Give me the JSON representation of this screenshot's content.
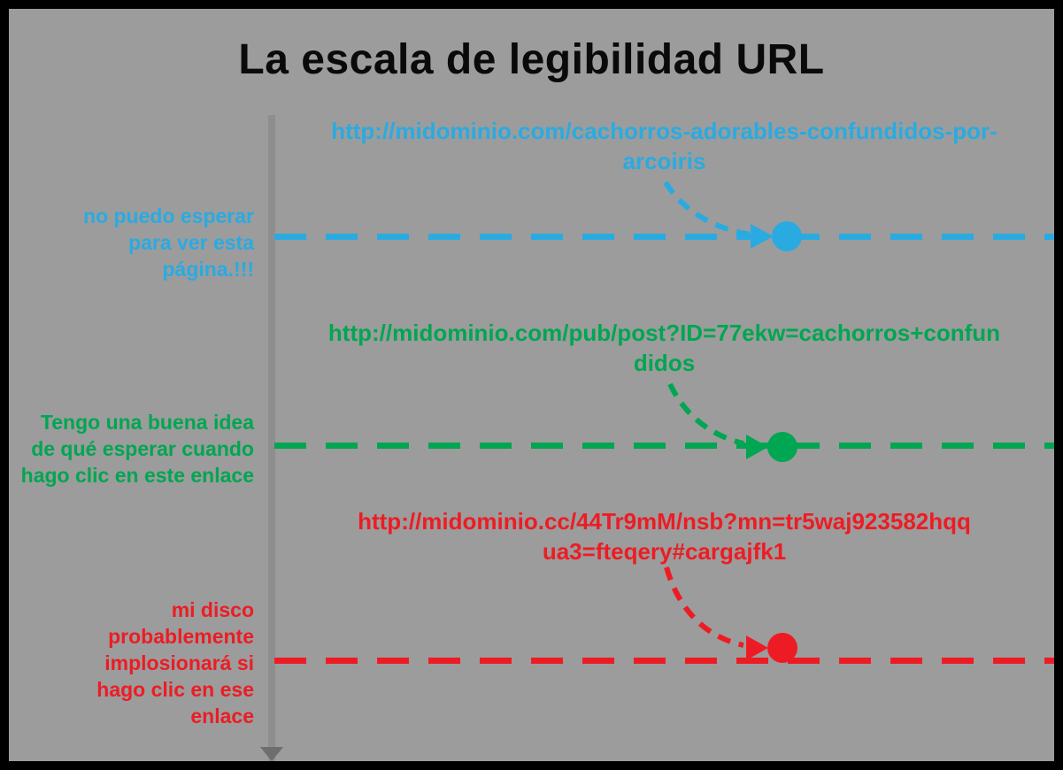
{
  "title": "La escala de legibilidad URL",
  "colors": {
    "background": "#9c9c9c",
    "frame_border": "#000000",
    "axis": "#8e8e8e",
    "blue": "#29abe2",
    "green": "#00a651",
    "red": "#ed1c24"
  },
  "sections": [
    {
      "name": "legible",
      "color": "#29abe2",
      "url": "http://midominio.com/cachorros-adorables-confundidos-por-arcoiris",
      "url_lines": [
        "http://midominio.com/cachorros-adorables-confundidos-por-",
        "arcoiris"
      ],
      "label": "no puedo esperar para ver esta página.!!!",
      "label_lines": [
        "no puedo esperar",
        "para ver esta",
        "página.!!!"
      ]
    },
    {
      "name": "medianamente-legible",
      "color": "#00a651",
      "url": "http://midominio.com/pub/post?ID=77ekw=cachorros+confundidos",
      "url_lines": [
        "http://midominio.com/pub/post?ID=77ekw=cachorros+confun",
        "didos"
      ],
      "label": "Tengo una buena idea de qué esperar cuando hago clic en este enlace",
      "label_lines": [
        "Tengo una buena idea",
        "de qué esperar cuando",
        "hago clic en este enlace"
      ]
    },
    {
      "name": "ilegible",
      "color": "#ed1c24",
      "url": "http://midominio.cc/44Tr9mM/nsb?mn=tr5waj923582hqqua3=fteqery#cargajfk1",
      "url_lines": [
        "http://midominio.cc/44Tr9mM/nsb?mn=tr5waj923582hqq",
        "ua3=fteqery#cargajfk1"
      ],
      "label": "mi disco probablemente implosionará si hago clic en ese enlace",
      "label_lines": [
        "mi disco",
        "probablemente",
        "implosionará si",
        "hago clic en ese",
        "enlace"
      ]
    }
  ]
}
